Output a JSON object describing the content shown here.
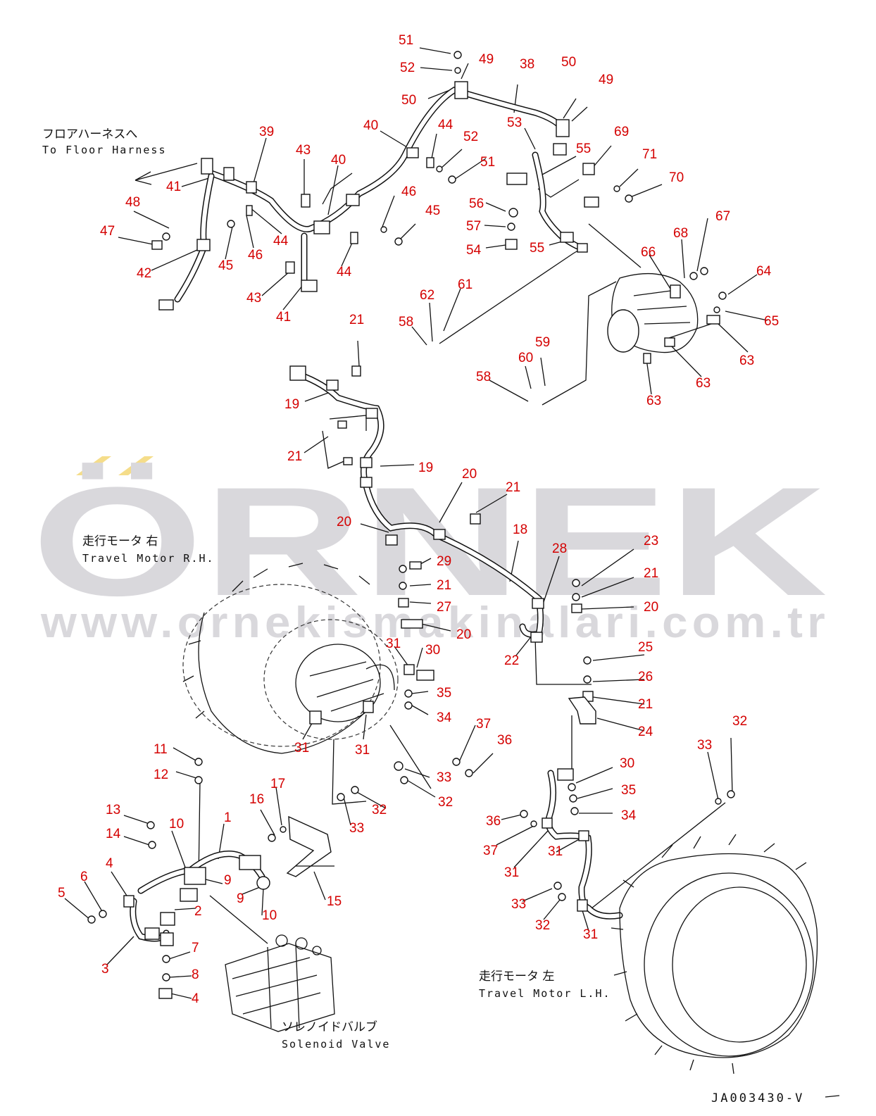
{
  "captions": {
    "floor_harness_jp": "フロアハーネスへ",
    "floor_harness_en": "To Floor Harness",
    "travel_motor_rh_jp": "走行モータ 右",
    "travel_motor_rh_en": "Travel Motor R.H.",
    "travel_motor_lh_jp": "走行モータ 左",
    "travel_motor_lh_en": "Travel Motor L.H.",
    "solenoid_valve_jp": "ソレノイドバルブ",
    "solenoid_valve_en": "Solenoid Valve"
  },
  "reference_code": "JA003430-V",
  "watermark": {
    "brand": "ÖRNEK",
    "url": "www.ornekismakinalari.com.tr",
    "accent_color": "#f5dd8a",
    "text_color": "#d9d8dc"
  },
  "callout_color": "#d40000",
  "callouts": [
    "51",
    "52",
    "49",
    "38",
    "50",
    "50",
    "49",
    "53",
    "40",
    "44",
    "52",
    "51",
    "55",
    "69",
    "71",
    "70",
    "39",
    "43",
    "40",
    "46",
    "45",
    "56",
    "57",
    "54",
    "55",
    "67",
    "68",
    "66",
    "64",
    "65",
    "63",
    "63",
    "63",
    "41",
    "48",
    "47",
    "42",
    "45",
    "46",
    "44",
    "43",
    "41",
    "44",
    "62",
    "61",
    "58",
    "60",
    "59",
    "58",
    "21",
    "19",
    "21",
    "19",
    "20",
    "21",
    "18",
    "20",
    "28",
    "29",
    "21",
    "27",
    "20",
    "22",
    "23",
    "21",
    "20",
    "31",
    "30",
    "35",
    "34",
    "31",
    "31",
    "37",
    "36",
    "33",
    "32",
    "25",
    "26",
    "21",
    "24",
    "32",
    "33",
    "30",
    "35",
    "34",
    "11",
    "12",
    "17",
    "16",
    "32",
    "33",
    "36",
    "37",
    "31",
    "31",
    "33",
    "32",
    "31",
    "13",
    "14",
    "10",
    "1",
    "4",
    "6",
    "5",
    "9",
    "9",
    "10",
    "2",
    "15",
    "3",
    "7",
    "8",
    "4"
  ]
}
